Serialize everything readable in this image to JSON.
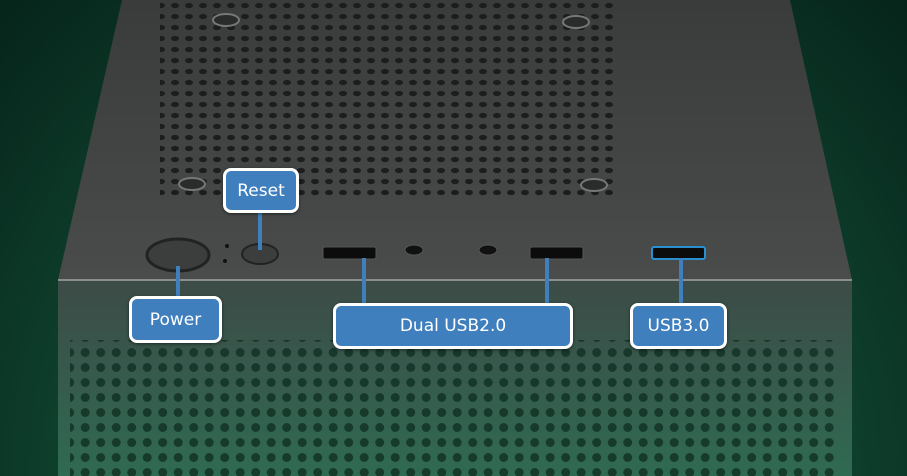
{
  "labels": {
    "reset": "Reset",
    "power": "Power",
    "dual_usb2": "Dual USB2.0",
    "usb3": "USB3.0"
  },
  "colors": {
    "callout": "#3f7fbd",
    "usb3_port": "#2a8fd0"
  }
}
